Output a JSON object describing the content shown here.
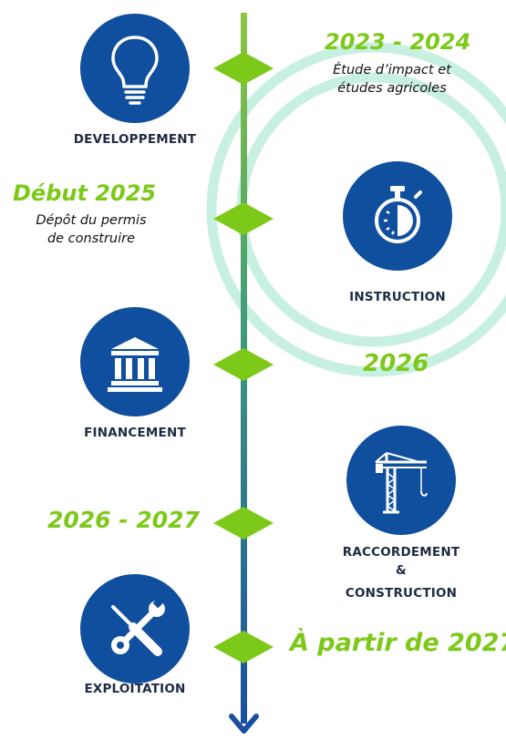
{
  "colors": {
    "circle_fill": "#0f4f9e",
    "accent_green": "#7dc91a",
    "line_top": "#8cc63f",
    "line_bottom": "#1a4fa0",
    "ring": "#c8f0e0",
    "label_text": "#1f2a44"
  },
  "stages": [
    {
      "label": "DEVELOPPEMENT",
      "icon": "lightbulb-icon"
    },
    {
      "label": "INSTRUCTION",
      "icon": "stopwatch-icon"
    },
    {
      "label": "FINANCEMENT",
      "icon": "bank-icon"
    },
    {
      "label_line1": "RACCORDEMENT",
      "label_line2": "&",
      "label_line3": "CONSTRUCTION",
      "icon": "crane-icon"
    },
    {
      "label": "EXPLOITATION",
      "icon": "tools-icon"
    }
  ],
  "milestones": [
    {
      "date": "2023 - 2024",
      "desc_line1": "Étude d’impact et",
      "desc_line2": "études agricoles"
    },
    {
      "date": "Début 2025",
      "desc_line1": "Dépôt du permis",
      "desc_line2": "de construire"
    },
    {
      "date": "2026"
    },
    {
      "date": "2026 - 2027"
    },
    {
      "date": "À partir de 2027"
    }
  ]
}
